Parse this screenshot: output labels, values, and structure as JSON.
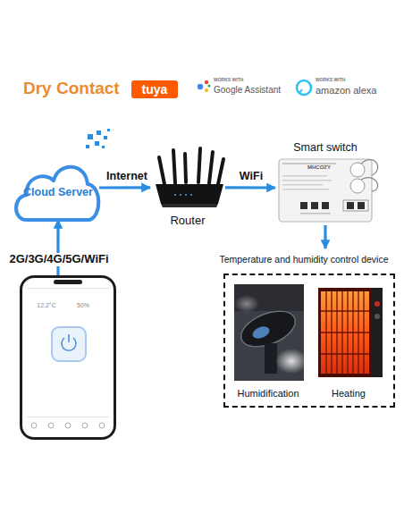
{
  "diagram": {
    "nodes": [
      {
        "text": [
          "Cloud Server"
        ]
      },
      {
        "text": [
          "Router"
        ]
      },
      {
        "text": [
          "Smart switch",
          "MHCOZY"
        ]
      },
      {
        "text": [
          "Temperature and humidity control device"
        ]
      },
      {
        "text": [
          "Humidification"
        ],
        "in": 3
      },
      {
        "text": [
          "Heating"
        ],
        "in": 3
      },
      {
        "text": [
          "12.2°C",
          "50%"
        ]
      }
    ],
    "edges": [
      {
        "from": 0,
        "to": 1,
        "arrow": "to",
        "label": "Internet"
      },
      {
        "from": 1,
        "to": 2,
        "arrow": "to",
        "label": "WiFi"
      },
      {
        "from": 2,
        "to": 3,
        "arrow": "to"
      },
      {
        "from": 6,
        "to": 0,
        "arrow": "to",
        "label": "2G/3G/4G/5G/WiFi"
      }
    ],
    "labels": [
      "Dry Contact",
      "tuya",
      "WORKS WITH",
      "Google Assistant",
      "WORKS WITH",
      "amazon alexa"
    ]
  }
}
